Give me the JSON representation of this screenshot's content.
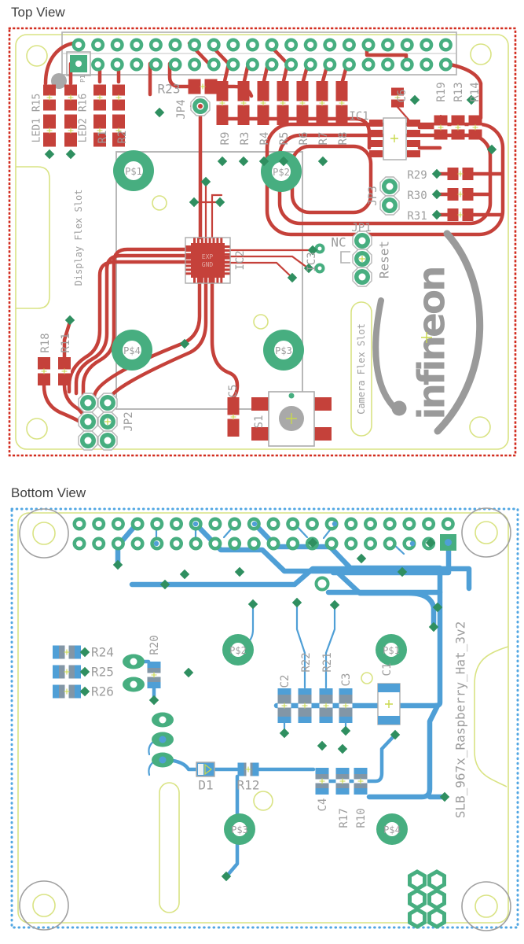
{
  "titles": {
    "top": "Top View",
    "bottom": "Bottom View"
  },
  "colors": {
    "copper_top": "#c5413a",
    "copper_bottom": "#4f9fd6",
    "pad_green": "#47ae80",
    "via_green": "#2f8f60",
    "silkscreen_gray": "#9d9d9d",
    "outline_yellow": "#d9e383",
    "border_red": "#d22b1e",
    "border_blue": "#52a7e3",
    "logo_gray": "#9a9a9a"
  },
  "top": {
    "labels": [
      "P1",
      "LED1 R15",
      "LED2 R16",
      "R1",
      "R2",
      "R23",
      "JP4",
      "R9",
      "R3",
      "R4",
      "R5",
      "R6",
      "R7",
      "R8",
      "IC1",
      "C6",
      "R19",
      "R13",
      "R14",
      "R29",
      "R30",
      "R31",
      "JP3",
      "JP1",
      "NC",
      "Reset",
      "IC2",
      "IC3",
      "EXP",
      "GND",
      "P$1",
      "P$2",
      "P$3",
      "P$4",
      "R18",
      "R11",
      "JP2",
      "C5",
      "S1",
      "Display Flex Slot",
      "Camera Flex Slot",
      "infineon"
    ]
  },
  "bottom": {
    "labels": [
      "R24",
      "R25",
      "R26",
      "R20",
      "C2",
      "R22",
      "R21",
      "C3",
      "C1",
      "D1",
      "R12",
      "C4",
      "R17",
      "R10",
      "P$1",
      "P$2",
      "P$3",
      "P$4",
      "SLB_967x_Raspberry_Hat_3v2"
    ]
  }
}
